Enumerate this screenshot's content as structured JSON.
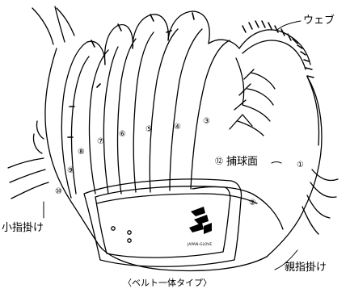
{
  "labels": {
    "web": "ウェブ",
    "catching_surface": "捕球面",
    "pinky_hook": "小指掛け",
    "thumb_hook": "親指掛け",
    "caption": "〈ベルト一体タイプ〉"
  },
  "part_numbers": [
    "①",
    "②",
    "③",
    "④",
    "⑤",
    "⑥",
    "⑦",
    "⑧",
    "⑨",
    "⑩",
    "⑫"
  ],
  "logo_text": "JAPAN-GLOVE",
  "colors": {
    "line": "#000000",
    "background": "#ffffff"
  }
}
